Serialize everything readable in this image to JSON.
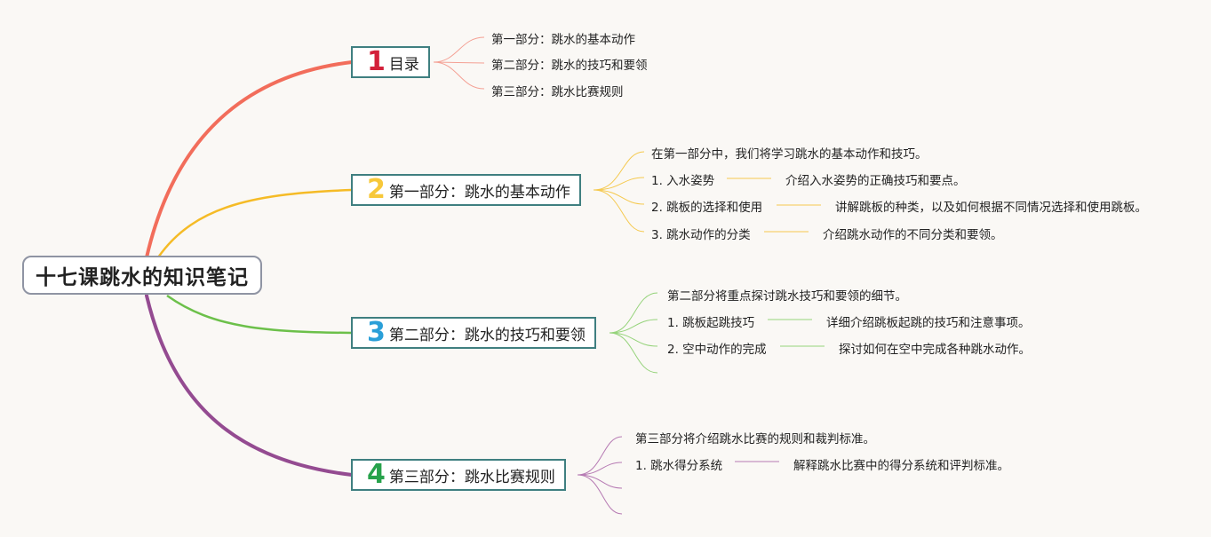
{
  "root": {
    "title": "十七课跳水的知识笔记"
  },
  "branches": [
    {
      "num": "1",
      "label": "目录",
      "color": "#f26d5b",
      "items": [
        "第一部分：跳水的基本动作",
        "第二部分：跳水的技巧和要领",
        "第三部分：跳水比赛规则"
      ]
    },
    {
      "num": "2",
      "label": "第一部分：跳水的基本动作",
      "color": "#f5bb26",
      "intro": "在第一部分中，我们将学习跳水的基本动作和技巧。",
      "items": [
        {
          "title": "1. 入水姿势",
          "desc": "介绍入水姿势的正确技巧和要点。"
        },
        {
          "title": "2. 跳板的选择和使用",
          "desc": "讲解跳板的种类，以及如何根据不同情况选择和使用跳板。"
        },
        {
          "title": "3. 跳水动作的分类",
          "desc": "介绍跳水动作的不同分类和要领。"
        }
      ]
    },
    {
      "num": "3",
      "label": "第二部分：跳水的技巧和要领",
      "color": "#6cc04a",
      "num_color": "#2a9fd8",
      "intro": "第二部分将重点探讨跳水技巧和要领的细节。",
      "items": [
        {
          "title": "1. 跳板起跳技巧",
          "desc": "详细介绍跳板起跳的技巧和注意事项。"
        },
        {
          "title": "2. 空中动作的完成",
          "desc": "探讨如何在空中完成各种跳水动作。"
        }
      ]
    },
    {
      "num": "4",
      "label": "第三部分：跳水比赛规则",
      "color": "#944b91",
      "num_color": "#27a24b",
      "intro": "第三部分将介绍跳水比赛的规则和裁判标准。",
      "items": [
        {
          "title": "1. 跳水得分系统",
          "desc": "解释跳水比赛中的得分系统和评判标准。"
        }
      ]
    }
  ],
  "num_colors": {
    "n1": "#d3203a",
    "n2": "#f7c83a",
    "n3": "#2a9fd8",
    "n4": "#27a24b"
  }
}
